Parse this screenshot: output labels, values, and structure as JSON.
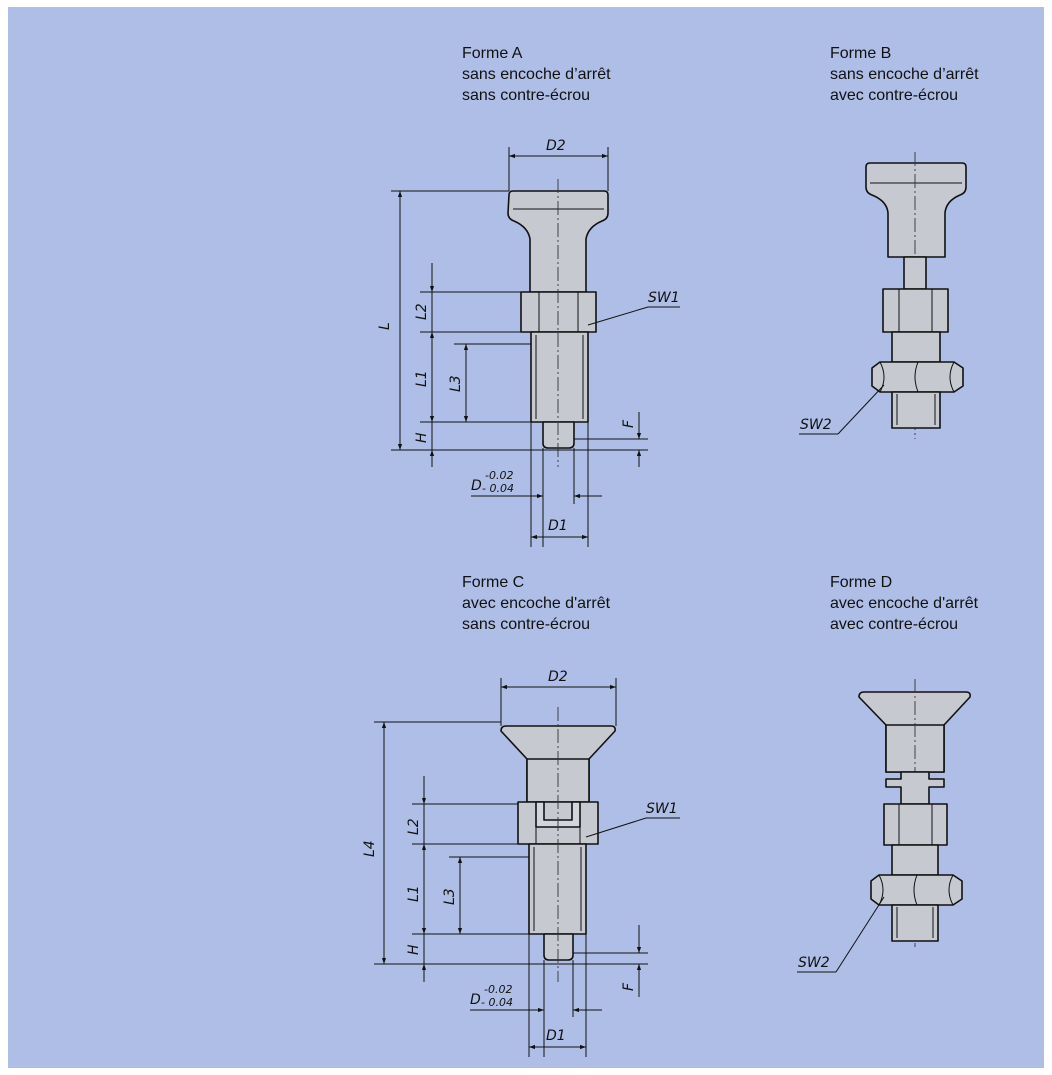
{
  "forms": [
    {
      "id": "A",
      "title": "Forme A",
      "line1": "sans encoche d’arrêt",
      "line2": "sans contre-écrou"
    },
    {
      "id": "B",
      "title": "Forme B",
      "line1": "sans encoche d’arrêt",
      "line2": "avec contre-écrou"
    },
    {
      "id": "C",
      "title": "Forme C",
      "line1": "avec encoche d'arrêt",
      "line2": "sans contre-écrou"
    },
    {
      "id": "D",
      "title": "Forme D",
      "line1": "avec encoche d'arrêt",
      "line2": "avec contre-écrou"
    }
  ],
  "labels": {
    "d2": "D2",
    "d1": "D1",
    "d": "D",
    "tol_upper": "-0.02",
    "tol_lower": "- 0.04",
    "l": "L",
    "l1": "L1",
    "l2": "L2",
    "l3": "L3",
    "l4": "L4",
    "h": "H",
    "f": "F",
    "sw1": "SW1",
    "sw2": "SW2"
  }
}
